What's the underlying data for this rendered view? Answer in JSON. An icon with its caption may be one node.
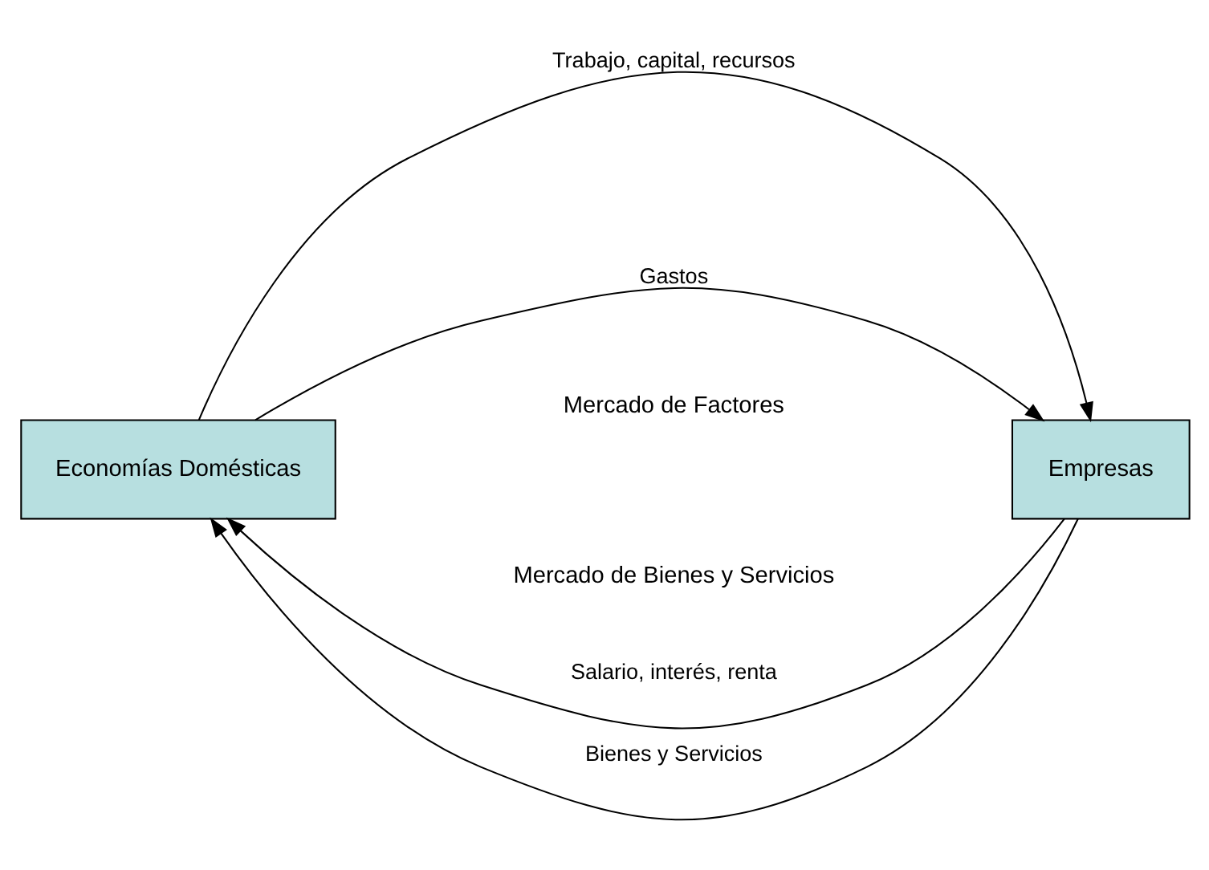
{
  "diagram": {
    "nodes": [
      {
        "text": [
          "Economías Domésticas"
        ]
      },
      {
        "text": [
          "Empresas"
        ]
      }
    ],
    "edges": [
      {
        "from": 0,
        "to": 1,
        "arrow": "to",
        "label": "Trabajo, capital, recursos"
      },
      {
        "from": 1,
        "to": 0,
        "arrow": "to",
        "label": "Salario, interés, renta"
      },
      {
        "from": 0,
        "to": 1,
        "arrow": "to",
        "label": "Gastos"
      },
      {
        "from": 1,
        "to": 0,
        "arrow": "to",
        "label": "Bienes y Servicios"
      }
    ],
    "labels": [
      "Mercado de Factores",
      "Mercado de Bienes y Servicios"
    ]
  }
}
